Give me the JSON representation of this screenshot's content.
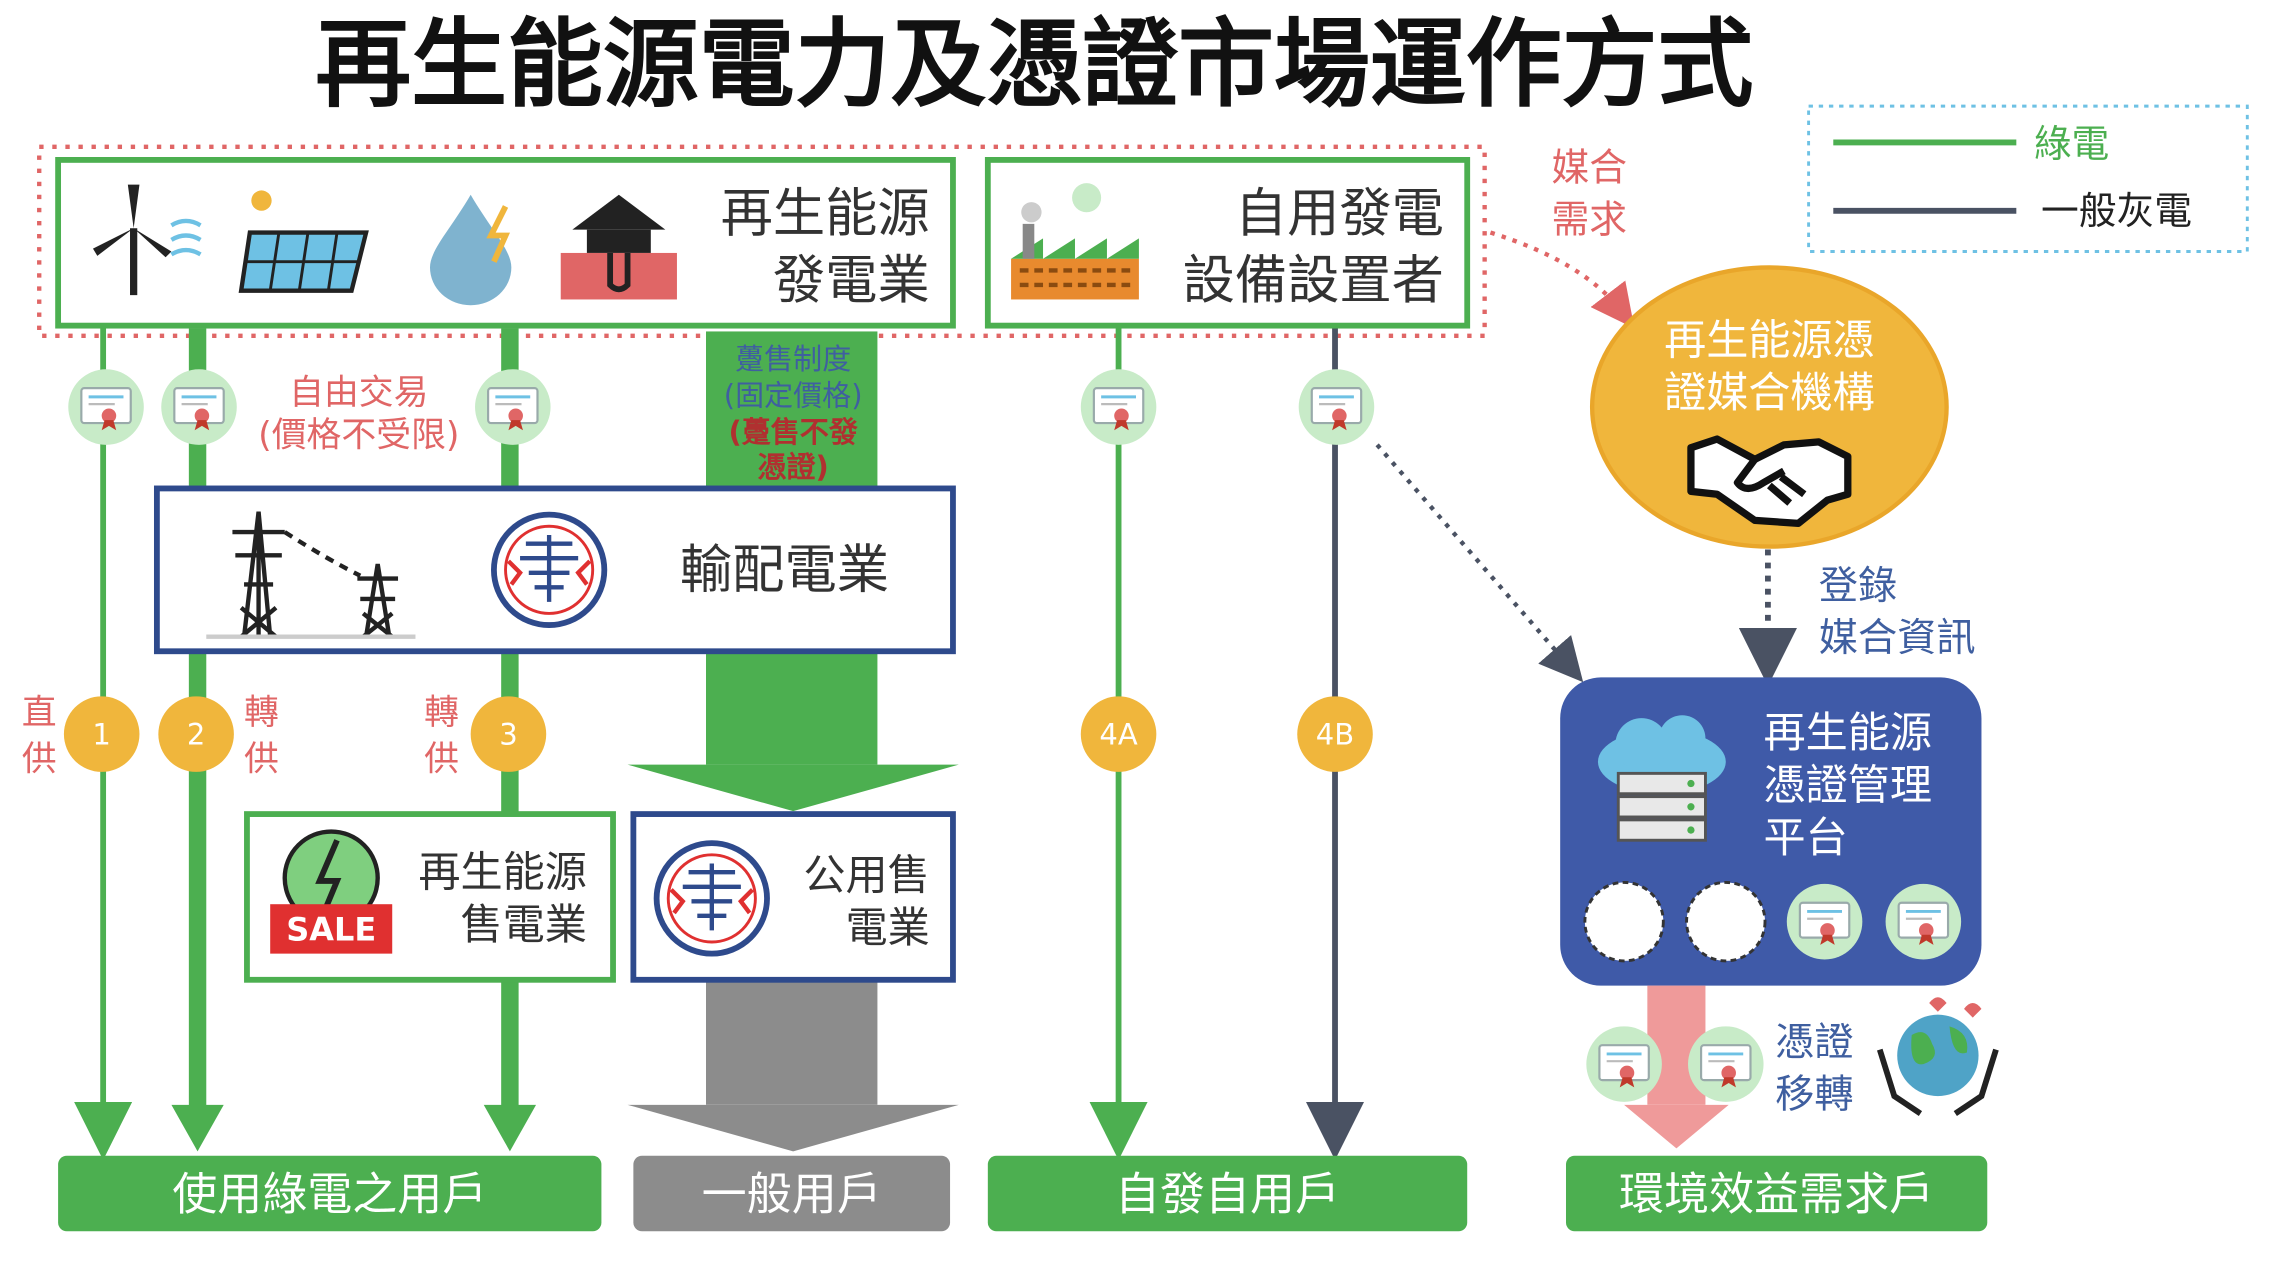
{
  "title": "再生能源電力及憑證市場運作方式",
  "legend": {
    "green": "綠電",
    "grey": "一般灰電"
  },
  "nodes": {
    "re_generator": [
      "再生能源",
      "發電業"
    ],
    "self_use_generator": [
      "自用發電",
      "設備設置者"
    ],
    "matching_agency": [
      "再生能源憑",
      "證媒合機構"
    ],
    "grid_operator": "輸配電業",
    "re_retailer": [
      "再生能源",
      "售電業"
    ],
    "public_utility": [
      "公用售",
      "電業"
    ],
    "cert_platform": [
      "再生能源",
      "憑證管理",
      "平台"
    ],
    "green_users": "使用綠電之用戶",
    "general_users": "一般用戶",
    "self_users": "自發自用戶",
    "env_users": "環境效益需求戶"
  },
  "labels": {
    "matching_demand": [
      "媒合",
      "需求"
    ],
    "free_trade": [
      "自由交易",
      "(價格不受限)"
    ],
    "wholesale_lines": [
      "躉售制度",
      "(固定價格)"
    ],
    "wholesale_note": [
      "(躉售不發",
      "憑證)"
    ],
    "register": [
      "登錄",
      "媒合資訊"
    ],
    "cert_transfer": [
      "憑證",
      "移轉"
    ],
    "direct_supply": [
      "直",
      "供"
    ],
    "wheeling_2": [
      "轉",
      "供"
    ],
    "wheeling_3": [
      "轉",
      "供"
    ],
    "sale": "SALE"
  },
  "paths": [
    "1",
    "2",
    "3",
    "4A",
    "4B"
  ],
  "colors": {
    "green": "#4caf50",
    "grey": "#4a5263",
    "red": "#e06666",
    "navy": "#2e4a8c",
    "platform": "#3f5aa8",
    "gold": "#f0b63c",
    "light_blue": "#6ec1e4"
  },
  "icons": [
    "wind-turbine-icon",
    "solar-panel-icon",
    "hydro-icon",
    "geothermal-icon",
    "factory-icon",
    "transmission-tower-icon",
    "taipower-logo-icon",
    "handshake-icon",
    "server-cloud-icon",
    "certificate-icon",
    "globe-hands-icon",
    "sale-icon"
  ]
}
